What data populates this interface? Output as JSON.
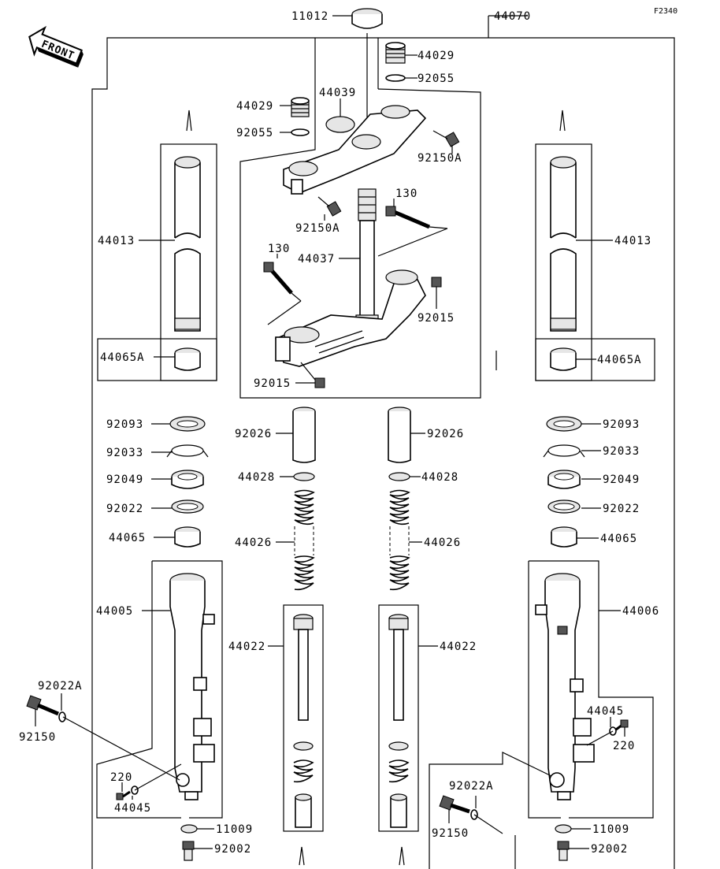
{
  "figure_code": "F2340",
  "front_label": "FRONT",
  "parts": {
    "p11012": "11012",
    "p44070": "44070",
    "p44029_r": "44029",
    "p92055_r": "92055",
    "p44029_l": "44029",
    "p44039": "44039",
    "p92055_l": "92055",
    "p92150A_r": "92150A",
    "p92150A_l": "92150A",
    "p130_r": "130",
    "p130_l": "130",
    "p44037": "44037",
    "p92015_r": "92015",
    "p92015_l": "92015",
    "p44013_l": "44013",
    "p44013_r": "44013",
    "p44065A_l": "44065A",
    "p44065A_r": "44065A",
    "p92093_l": "92093",
    "p92093_r": "92093",
    "p92033_l": "92033",
    "p92033_r": "92033",
    "p92049_l": "92049",
    "p92049_r": "92049",
    "p92022_l": "92022",
    "p92022_r": "92022",
    "p44065_l": "44065",
    "p44065_r": "44065",
    "p92026_l": "92026",
    "p92026_r": "92026",
    "p44028_l": "44028",
    "p44028_r": "44028",
    "p44026_l": "44026",
    "p44026_r": "44026",
    "p44005": "44005",
    "p44006": "44006",
    "p44022_l": "44022",
    "p44022_r": "44022",
    "p92022A_l": "92022A",
    "p92150_l": "92150",
    "p220_l": "220",
    "p44045_l": "44045",
    "p44045_r": "44045",
    "p220_r": "220",
    "p92022A_r": "92022A",
    "p92150_r": "92150",
    "p11009_l": "11009",
    "p11009_r": "11009",
    "p92002_l": "92002",
    "p92002_r": "92002"
  }
}
